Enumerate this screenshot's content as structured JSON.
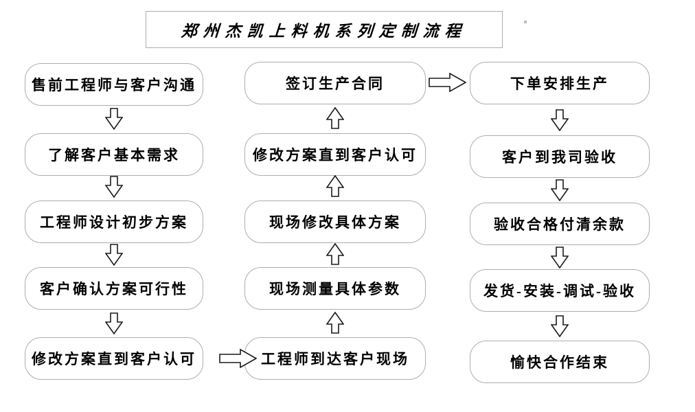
{
  "title": "郑州杰凯上料机系列定制流程",
  "steps": {
    "left": [
      "售前工程师与客户沟通",
      "了解客户基本需求",
      "工程师设计初步方案",
      "客户确认方案可行性",
      "修改方案直到客户认可"
    ],
    "middle": [
      "签订生产合同",
      "修改方案直到客户认可",
      "现场修改具体方案",
      "现场测量具体参数",
      "工程师到达客户现场"
    ],
    "right": [
      "下单安排生产",
      "客户到我司验收",
      "验收合格付清余款",
      "发货-安装-调试-验收",
      "愉快合作结束"
    ]
  },
  "flow_notes": {
    "left_column_direction": "down",
    "middle_column_direction": "up",
    "right_column_direction": "down",
    "cross_links": [
      "修改方案直到客户认可 → 工程师到达客户现场",
      "签订生产合同 → 下单安排生产"
    ]
  },
  "icons": {
    "down_arrow": "down-arrow-icon",
    "up_arrow": "up-arrow-icon",
    "right_arrow": "right-arrow-icon"
  },
  "colors": {
    "box_border": "#adadad",
    "arrow_outline": "#1a1a1a",
    "text": "#000000",
    "background": "#ffffff"
  }
}
